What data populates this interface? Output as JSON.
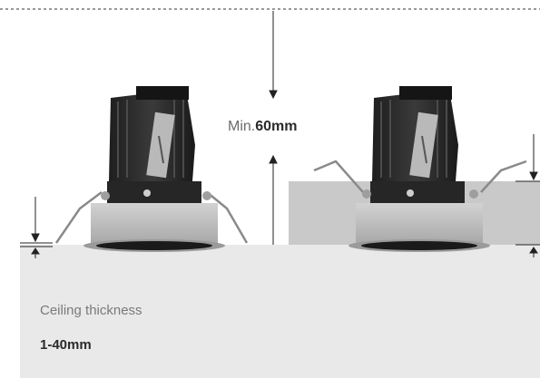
{
  "labels": {
    "min_prefix": "Min.",
    "min_value": "60mm",
    "ceiling_thickness": "Ceiling thickness",
    "thickness_range": "1-40mm"
  },
  "colors": {
    "ceiling": "#e9e9e9",
    "plaster_block": "#c9c9c9",
    "trim_ring": "#bdbdbd",
    "housing_dark": "#2b2b2b",
    "dimension_line": "#222222"
  },
  "objects": {
    "left_fixture": "recessed-downlight",
    "right_fixture": "recessed-downlight",
    "fixture_icon": "downlight-icon"
  }
}
